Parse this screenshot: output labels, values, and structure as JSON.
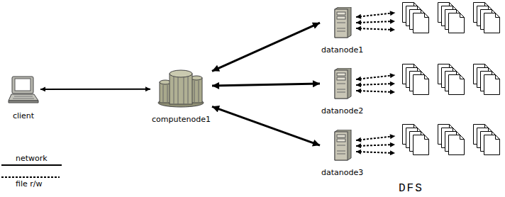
{
  "diagram": {
    "nodes": [
      {
        "text": [
          "client"
        ]
      },
      {
        "text": [
          "computenode1"
        ]
      },
      {
        "text": [
          "datanode1"
        ]
      },
      {
        "text": [
          "datanode2"
        ]
      },
      {
        "text": [
          "datanode3"
        ]
      }
    ],
    "edges": [
      {
        "from": 0,
        "to": 1,
        "arrow": "both"
      },
      {
        "from": 1,
        "to": 2,
        "arrow": "both"
      },
      {
        "from": 1,
        "to": 3,
        "arrow": "both"
      },
      {
        "from": 1,
        "to": 4,
        "arrow": "both"
      }
    ],
    "labels": [
      "DFS"
    ],
    "legend": [
      {
        "text": "network"
      },
      {
        "text": "file r/w"
      }
    ]
  }
}
